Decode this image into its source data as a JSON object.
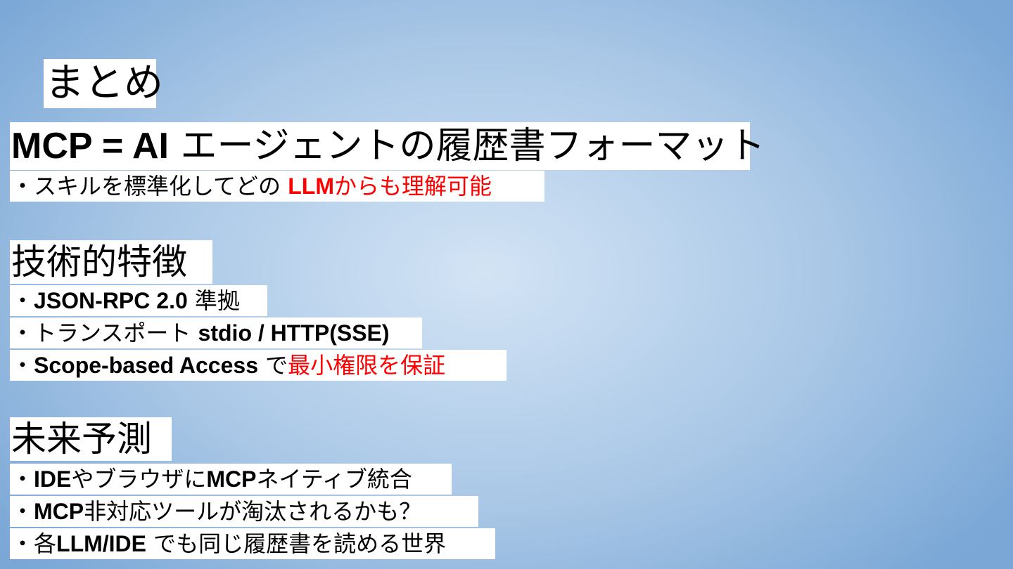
{
  "title": "まとめ",
  "headline": {
    "bold_part": "MCP = AI",
    "rest": "エージェントの履歴書フォーマット"
  },
  "intro_bullet": {
    "prefix": "・スキルを標準化してどの",
    "red_bold": "LLM",
    "red_rest": "からも理解可能"
  },
  "section_technical": {
    "heading": "技術的特徴",
    "bullet1": {
      "prefix": "・",
      "bold": "JSON-RPC 2.0",
      "rest": "準拠"
    },
    "bullet2": {
      "prefix": "・トランスポート",
      "bold": "stdio / HTTP(SSE)"
    },
    "bullet3": {
      "prefix": "・",
      "bold": "Scope-based Access",
      "mid": "で",
      "red": "最小権限を保証"
    }
  },
  "section_future": {
    "heading": "未来予測",
    "bullet1": {
      "prefix": "・",
      "bold1": "IDE",
      "mid": "やブラウザに",
      "bold2": "MCP",
      "rest": "ネイティブ統合"
    },
    "bullet2": {
      "prefix": "・",
      "bold": "MCP",
      "rest": "非対応ツールが淘汰されるかも？"
    },
    "bullet3": {
      "prefix": "・各",
      "bold": "LLM/IDE",
      "rest": "でも同じ履歴書を読める世界"
    }
  },
  "colors": {
    "accent_red": "#ff0000",
    "background_center": "#d3e4f5",
    "background_edge": "#7aa7d6"
  }
}
